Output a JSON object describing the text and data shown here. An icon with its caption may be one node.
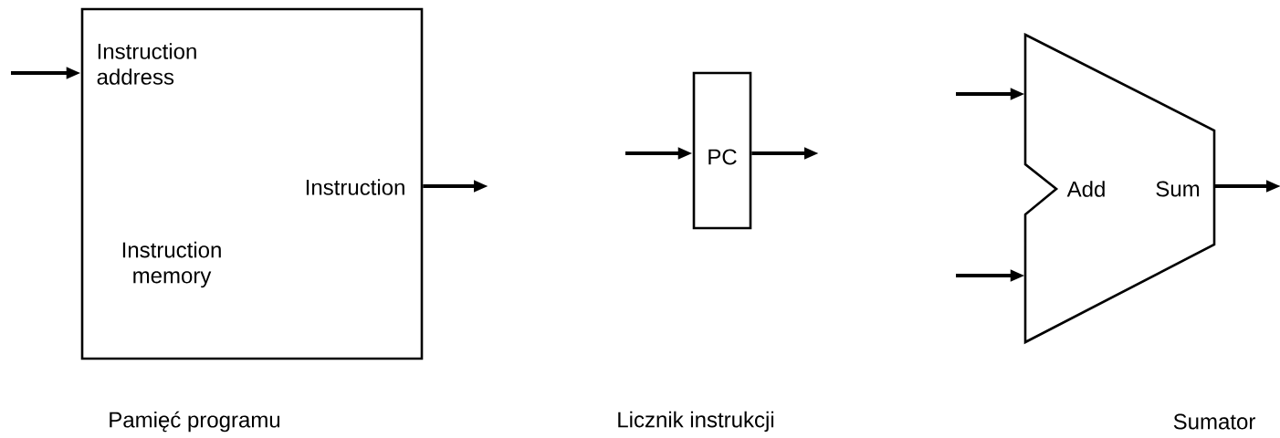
{
  "diagram": {
    "nodes": [
      {
        "text": [
          "Instruction address",
          "Instruction",
          "Instruction memory"
        ]
      },
      {
        "text": [
          "PC"
        ]
      },
      {
        "text": [
          "Add",
          "Sum"
        ]
      }
    ],
    "edges": [
      {
        "from": null,
        "to": 0,
        "arrow": "to"
      },
      {
        "from": 0,
        "to": null,
        "arrow": "to"
      },
      {
        "from": null,
        "to": 1,
        "arrow": "to"
      },
      {
        "from": 1,
        "to": null,
        "arrow": "to"
      },
      {
        "from": null,
        "to": 2,
        "arrow": "to"
      },
      {
        "from": null,
        "to": 2,
        "arrow": "to"
      },
      {
        "from": 2,
        "to": null,
        "arrow": "to"
      }
    ],
    "labels": [
      "Pamięć programu",
      "Licznik instrukcji",
      "Sumator"
    ]
  }
}
